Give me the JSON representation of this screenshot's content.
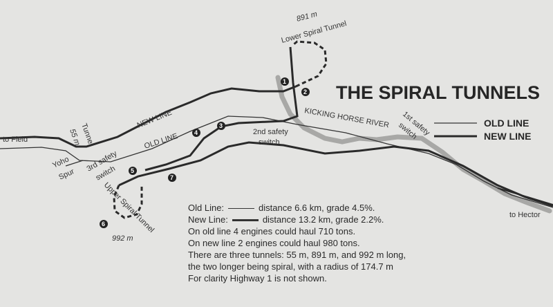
{
  "title": "THE SPIRAL TUNNELS",
  "legend": {
    "old_line": "OLD LINE",
    "new_line": "NEW LINE"
  },
  "labels": {
    "to_field": "to Field",
    "to_hector": "to Hector",
    "new_line": "NEW LINE",
    "old_line": "OLD LINE",
    "tunnel": "Tunnel",
    "tunnel_len": "55 m",
    "yoho": "Yoho",
    "spur": "Spur",
    "safety3": "3rd safety",
    "switch3": "switch",
    "safety2": "2nd safety",
    "switch2": "switch",
    "safety1": "1st safety",
    "switch1": "switch",
    "river": "KICKING HORSE RIVER",
    "lower_tunnel": "Lower Spiral Tunnel",
    "lower_len": "891 m",
    "upper_tunnel": "Upper Spiral Tunnel",
    "upper_len": "992 m"
  },
  "markers": [
    "1",
    "2",
    "3",
    "4",
    "5",
    "6",
    "7"
  ],
  "notes": {
    "old_label": "Old Line:",
    "old_desc": "distance 6.6 km, grade 4.5%.",
    "new_label": "New Line:",
    "new_desc": "distance 13.2 km, grade 2.2%.",
    "lines": [
      "On old line 4 engines could haul 710 tons.",
      "On new line 2 engines could haul 980 tons.",
      "There are three tunnels: 55 m, 891 m, and 992 m long,",
      "the two longer being spiral, with a radius of 174.7 m",
      "For clarity Highway 1 is not shown."
    ]
  },
  "colors": {
    "background": "#e4e4e2",
    "river": "#a8a8a6",
    "line": "#2a2a2a"
  }
}
